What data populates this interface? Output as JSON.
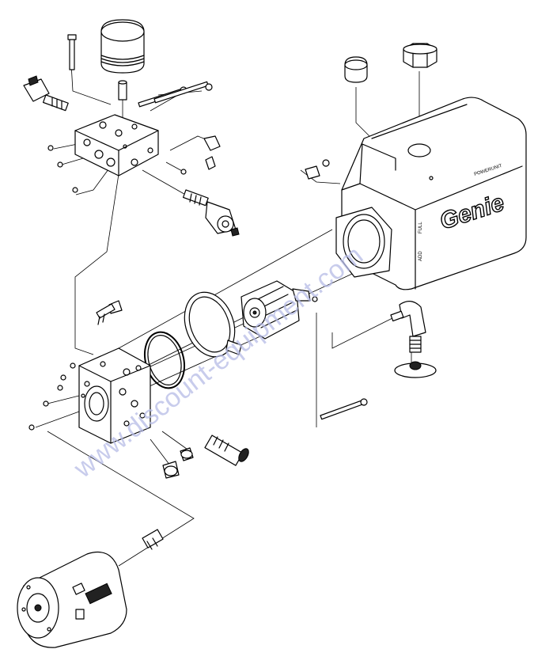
{
  "brand": {
    "logo_text": "Genie",
    "tank_label_top": "FULL",
    "tank_label_bottom": "ADD",
    "tank_model_text": "POWERUNIT"
  },
  "watermark": {
    "text": "www.discount-equipment.com"
  },
  "colors": {
    "line": "#000000",
    "background": "#ffffff",
    "watermark": "#b6bbe6"
  }
}
